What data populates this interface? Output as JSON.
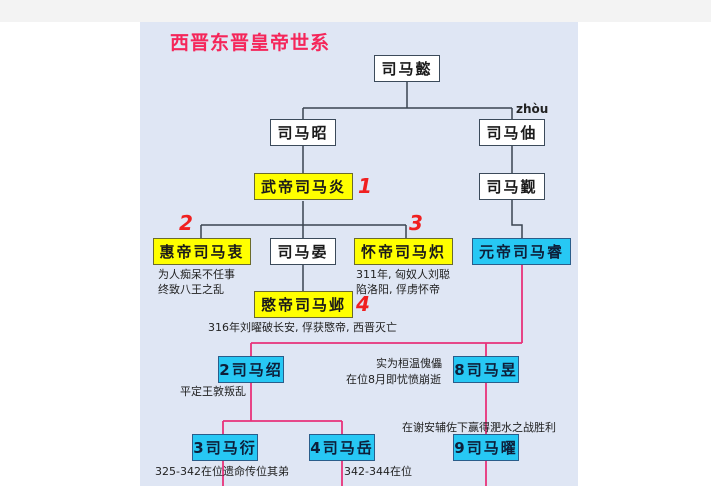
{
  "title": "西晋东晋皇帝世系",
  "pinyin": "zhòu",
  "nodes": {
    "yi": "司马懿",
    "zhao": "司马昭",
    "zhou": "司马伷",
    "yan": "武帝司马炎",
    "jin": "司马觐",
    "zhong": "惠帝司马衷",
    "yan2": "司马晏",
    "chi": "怀帝司马炽",
    "rui": "元帝司马睿",
    "ye": "愍帝司马邺",
    "shao": "2司马绍",
    "yu": "8司马昱",
    "yao": "9司马曜",
    "yan3": "3司马衍",
    "yue": "4司马岳"
  },
  "numbers": {
    "n1": "1",
    "n2": "2",
    "n3": "3",
    "n4": "4"
  },
  "notes": {
    "zhong1": "为人痴呆不任事",
    "zhong2": "终致八王之乱",
    "chi1": "311年, 匈奴人刘聪",
    "chi2": "陷洛阳, 俘虏怀帝",
    "ye": "316年刘曜破长安, 俘获愍帝, 西晋灭亡",
    "shao": "平定王敦叛乱",
    "yu1": "实为桓温傀儡",
    "yu2": "在位8月即忧愤崩逝",
    "yao": "在谢安辅佐下赢得淝水之战胜利",
    "yan3": "325-342在位遗命传位其弟",
    "yue": "342-344在位"
  },
  "colors": {
    "western_jin": "#ffff00",
    "eastern_jin": "#27c8f4",
    "eastern_line": "#e8327a"
  }
}
